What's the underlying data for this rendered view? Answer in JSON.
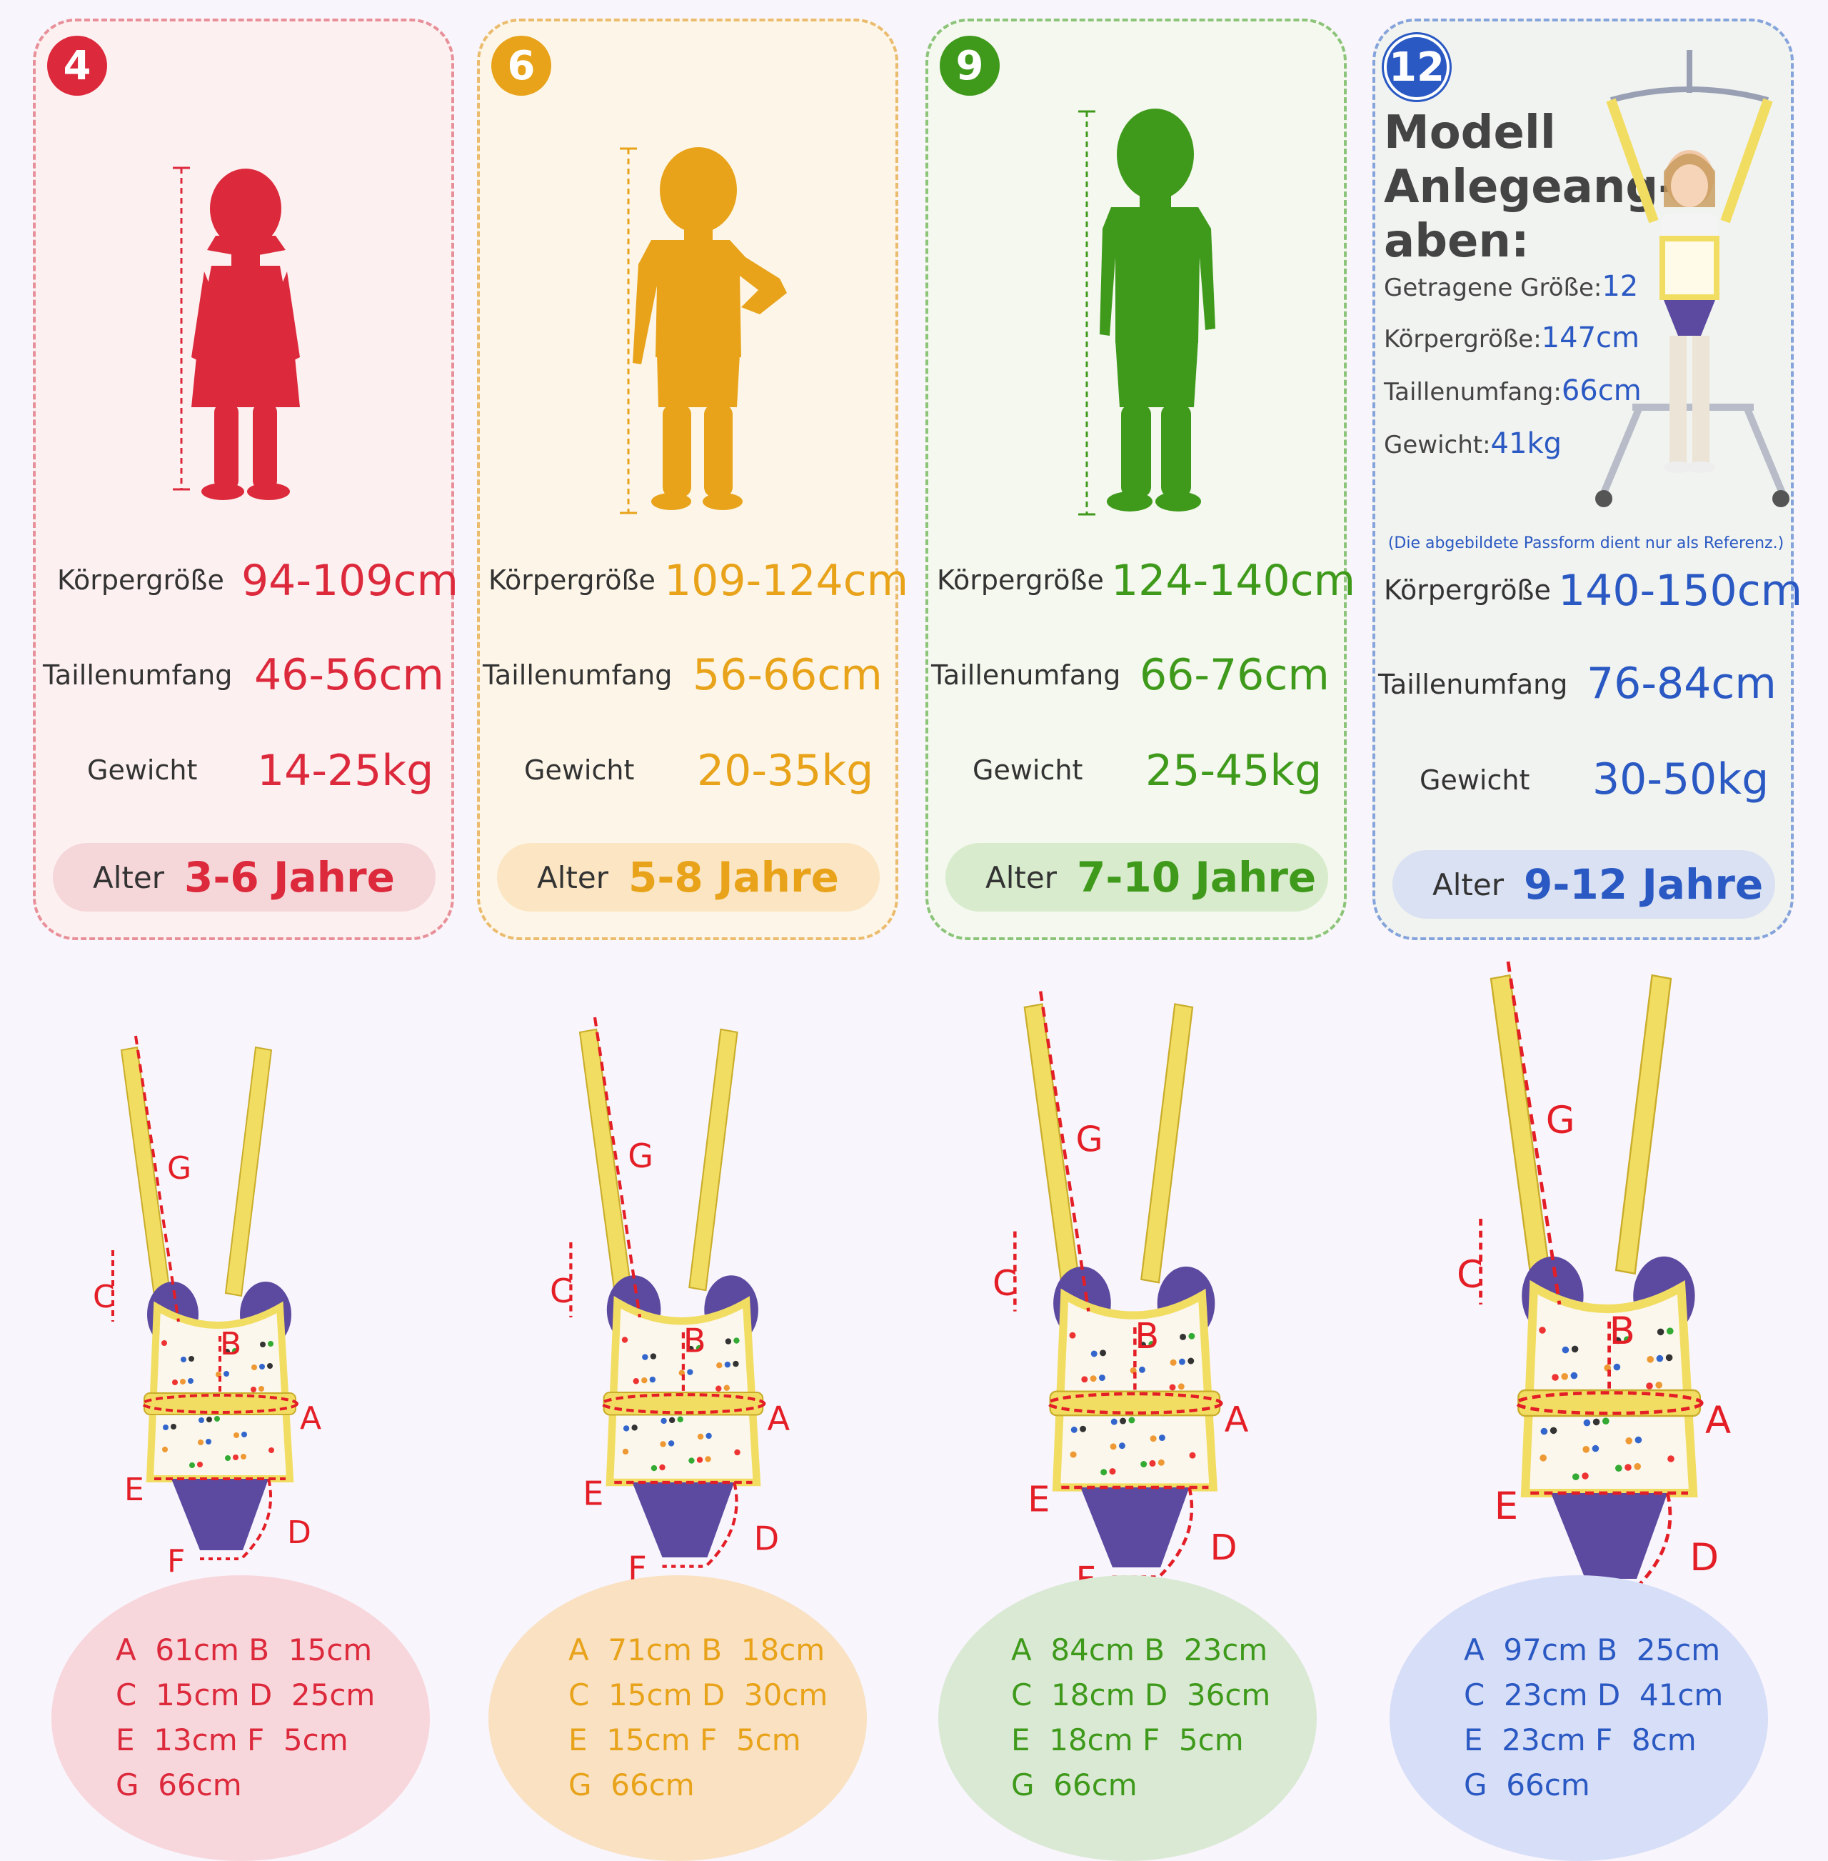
{
  "labels": {
    "height": "Körpergröße",
    "waist": "Taillenumfang",
    "weight": "Gewicht",
    "age": "Alter"
  },
  "sizes": [
    {
      "badge": "4",
      "height": "94-109cm",
      "waist": "46-56cm",
      "weight": "14-25kg",
      "age": "3-6 Jahre",
      "A": "61cm",
      "B": "15cm",
      "C": "15cm",
      "D": "25cm",
      "E": "13cm",
      "F": "5cm",
      "G": "66cm",
      "color": "#dc2a3c",
      "bg": "#fdf0f0",
      "border": "#e8909a",
      "pill": "#f5d7da",
      "oval": "#f8d7dc"
    },
    {
      "badge": "6",
      "height": "109-124cm",
      "waist": "56-66cm",
      "weight": "20-35kg",
      "age": "5-8 Jahre",
      "A": "71cm",
      "B": "18cm",
      "C": "15cm",
      "D": "30cm",
      "E": "15cm",
      "F": "5cm",
      "G": "66cm",
      "color": "#e8a31a",
      "bg": "#fdf6e8",
      "border": "#ebbb6e",
      "pill": "#fbe5c2",
      "oval": "#f9e1c2"
    },
    {
      "badge": "9",
      "height": "124-140cm",
      "waist": "66-76cm",
      "weight": "25-45kg",
      "age": "7-10 Jahre",
      "A": "84cm",
      "B": "23cm",
      "C": "18cm",
      "D": "36cm",
      "E": "18cm",
      "F": "5cm",
      "G": "66cm",
      "color": "#3f9a1c",
      "bg": "#f4f8ee",
      "border": "#8cc47a",
      "pill": "#d8ebcc",
      "oval": "#dae9d4"
    },
    {
      "badge": "12",
      "height": "140-150cm",
      "waist": "76-84cm",
      "weight": "30-50kg",
      "age": "9-12 Jahre",
      "A": "97cm",
      "B": "25cm",
      "C": "23cm",
      "D": "41cm",
      "E": "23cm",
      "F": "8cm",
      "G": "66cm",
      "color": "#2b59c3",
      "bg": "#f1f3f0",
      "border": "#86a4dc",
      "pill": "#d9e1f2",
      "oval": "#d7def7"
    }
  ],
  "model": {
    "title_lines": [
      "Modell",
      "Anlegeang-",
      "aben:"
    ],
    "worn_size_label": "Getragene Größe:",
    "worn_size": "12",
    "height_label": "Körpergröße:",
    "height": "147cm",
    "waist_label": "Taillenumfang:",
    "waist": "66cm",
    "weight_label": "Gewicht:",
    "weight": "41kg",
    "note": "(Die abgebildete Passform dient nur als Referenz.)"
  },
  "diagram_letters": [
    "A",
    "B",
    "C",
    "D",
    "E",
    "F",
    "G"
  ],
  "colors": {
    "strap": "#f2dd63",
    "strap_dark": "#c9ad2b",
    "purple": "#5c4aa0",
    "dash": "#e41e26"
  }
}
